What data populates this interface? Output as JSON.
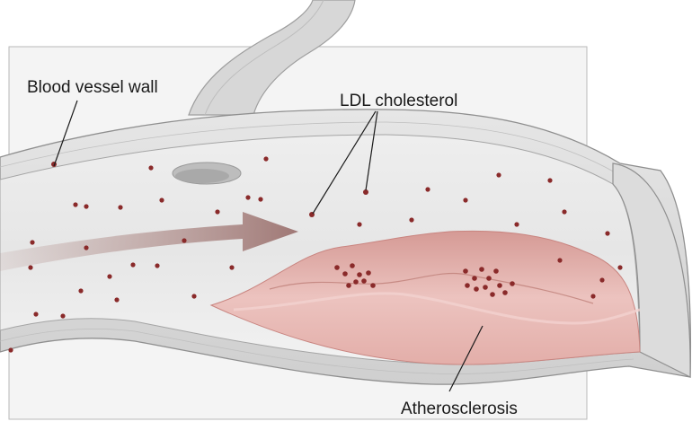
{
  "labels": {
    "wall": "Blood vessel wall",
    "ldl": "LDL cholesterol",
    "plaque": "Atherosclerosis"
  },
  "colors": {
    "background_panel": "#f4f4f4",
    "vessel_wall": "#d9d9d9",
    "lumen": "#e8e8e8",
    "plaque": "#e8b7b3",
    "plaque_dark": "#c98580",
    "ldl_particle": "#8a2a2a",
    "flow_arrow": "#b08a86"
  },
  "icons": {
    "flow": "flow-arrow-icon"
  }
}
